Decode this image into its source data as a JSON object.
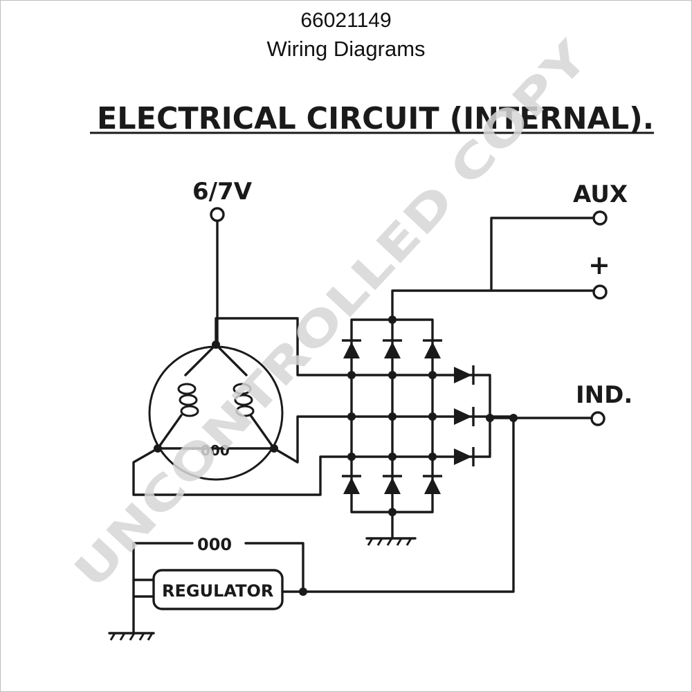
{
  "header": {
    "part_number": "66021149",
    "subtitle": "Wiring Diagrams"
  },
  "diagram": {
    "title": "ELECTRICAL CIRCUIT (INTERNAL).",
    "labels": {
      "voltage": "6/7V",
      "aux": "AUX",
      "plus": "+",
      "ind": "IND.",
      "coil": "000",
      "stator": "000",
      "regulator": "REGULATOR"
    },
    "watermark": "UNCONTROLLED COPY"
  }
}
